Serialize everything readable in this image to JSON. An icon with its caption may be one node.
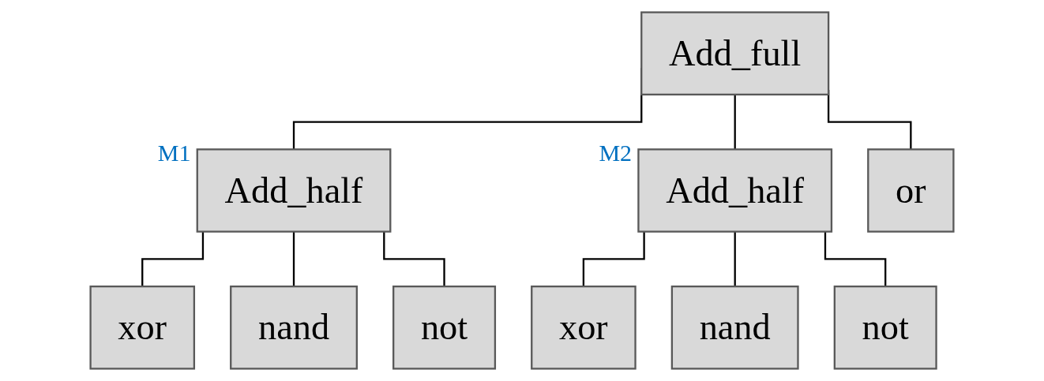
{
  "diagram": {
    "nodes": [
      {
        "text": [
          "Add_full"
        ]
      },
      {
        "text": [
          "Add_half"
        ],
        "beside": [
          "M1"
        ]
      },
      {
        "text": [
          "Add_half"
        ],
        "beside": [
          "M2"
        ]
      },
      {
        "text": [
          "or"
        ]
      },
      {
        "text": [
          "xor"
        ]
      },
      {
        "text": [
          "nand"
        ]
      },
      {
        "text": [
          "not"
        ]
      },
      {
        "text": [
          "xor"
        ]
      },
      {
        "text": [
          "nand"
        ]
      },
      {
        "text": [
          "not"
        ]
      }
    ],
    "edges": [
      {
        "from": 0,
        "to": 1,
        "arrow": "none"
      },
      {
        "from": 0,
        "to": 2,
        "arrow": "none"
      },
      {
        "from": 0,
        "to": 3,
        "arrow": "none"
      },
      {
        "from": 1,
        "to": 4,
        "arrow": "none"
      },
      {
        "from": 1,
        "to": 5,
        "arrow": "none"
      },
      {
        "from": 1,
        "to": 6,
        "arrow": "none"
      },
      {
        "from": 2,
        "to": 7,
        "arrow": "none"
      },
      {
        "from": 2,
        "to": 8,
        "arrow": "none"
      },
      {
        "from": 2,
        "to": 9,
        "arrow": "none"
      }
    ]
  }
}
